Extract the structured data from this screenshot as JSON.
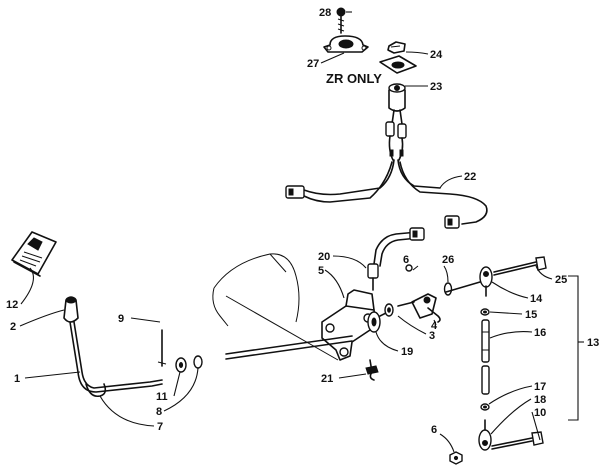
{
  "note": "ZR ONLY",
  "callouts": {
    "c1": "1",
    "c2": "2",
    "c3": "3",
    "c4": "4",
    "c5": "5",
    "c6a": "6",
    "c6b": "6",
    "c7": "7",
    "c8": "8",
    "c9": "9",
    "c10": "10",
    "c11": "11",
    "c12": "12",
    "c13": "13",
    "c14": "14",
    "c15": "15",
    "c16": "16",
    "c17": "17",
    "c18": "18",
    "c19": "19",
    "c20": "20",
    "c21": "21",
    "c22": "22",
    "c23": "23",
    "c24": "24",
    "c25": "25",
    "c26": "26",
    "c27": "27",
    "c28": "28"
  }
}
